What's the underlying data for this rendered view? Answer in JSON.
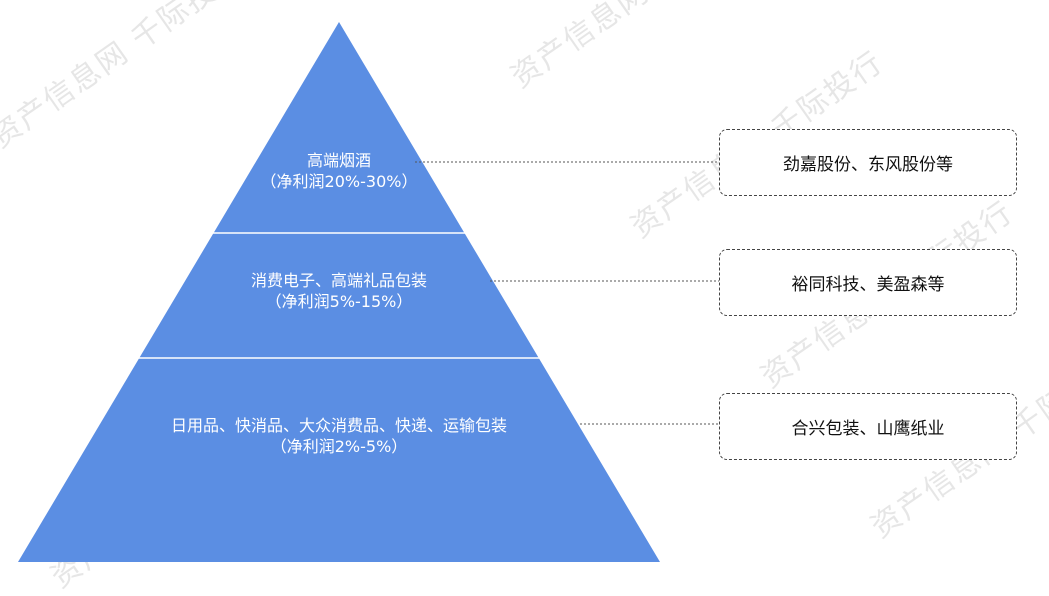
{
  "colors": {
    "pyramid": "#5b8ee3",
    "divider": "#ffffff",
    "connector": "#555555"
  },
  "watermark": "资产信息网 千际投行",
  "tiers": [
    {
      "title": "高端烟酒",
      "margin": "（净利润20%-30%）"
    },
    {
      "title": "消费电子、高端礼品包装",
      "margin": "（净利润5%-15%）"
    },
    {
      "title": "日用品、快消品、大众消费品、快递、运输包装",
      "margin": "（净利润2%-5%）"
    }
  ],
  "companies": [
    {
      "text": "劲嘉股份、东风股份等"
    },
    {
      "text": "裕同科技、美盈森等"
    },
    {
      "text": "合兴包装、山鹰纸业"
    }
  ]
}
